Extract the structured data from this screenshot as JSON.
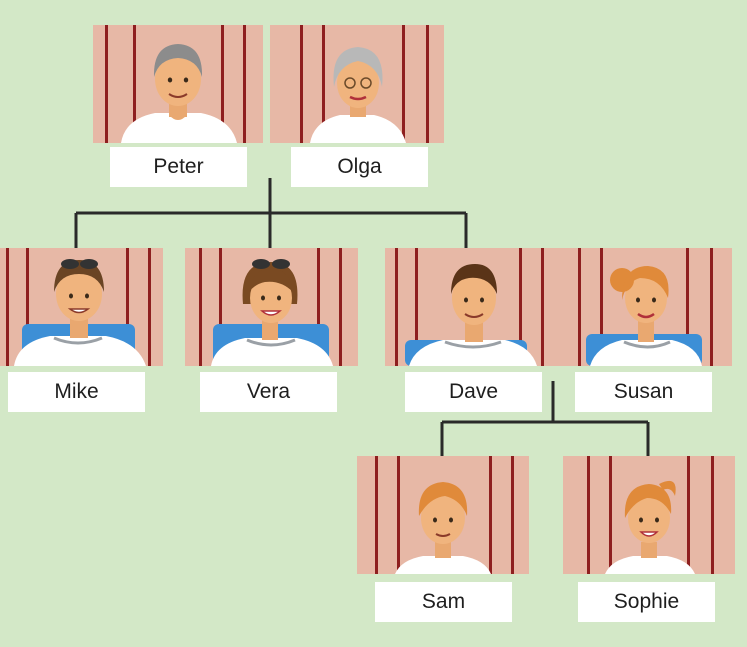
{
  "colors": {
    "background": "#d3e8c7",
    "label_background": "#ffffff",
    "connector_line": "#2a2a2a",
    "portrait_backdrop": "#e7b8a6",
    "curtain_stripe": "#8e1f1f",
    "chair": "#3d8fd6",
    "shirt": "#ffffff"
  },
  "family": {
    "peter": {
      "name": "Peter"
    },
    "olga": {
      "name": "Olga"
    },
    "mike": {
      "name": "Mike"
    },
    "vera": {
      "name": "Vera"
    },
    "dave": {
      "name": "Dave"
    },
    "susan": {
      "name": "Susan"
    },
    "sam": {
      "name": "Sam"
    },
    "sophie": {
      "name": "Sophie"
    }
  }
}
